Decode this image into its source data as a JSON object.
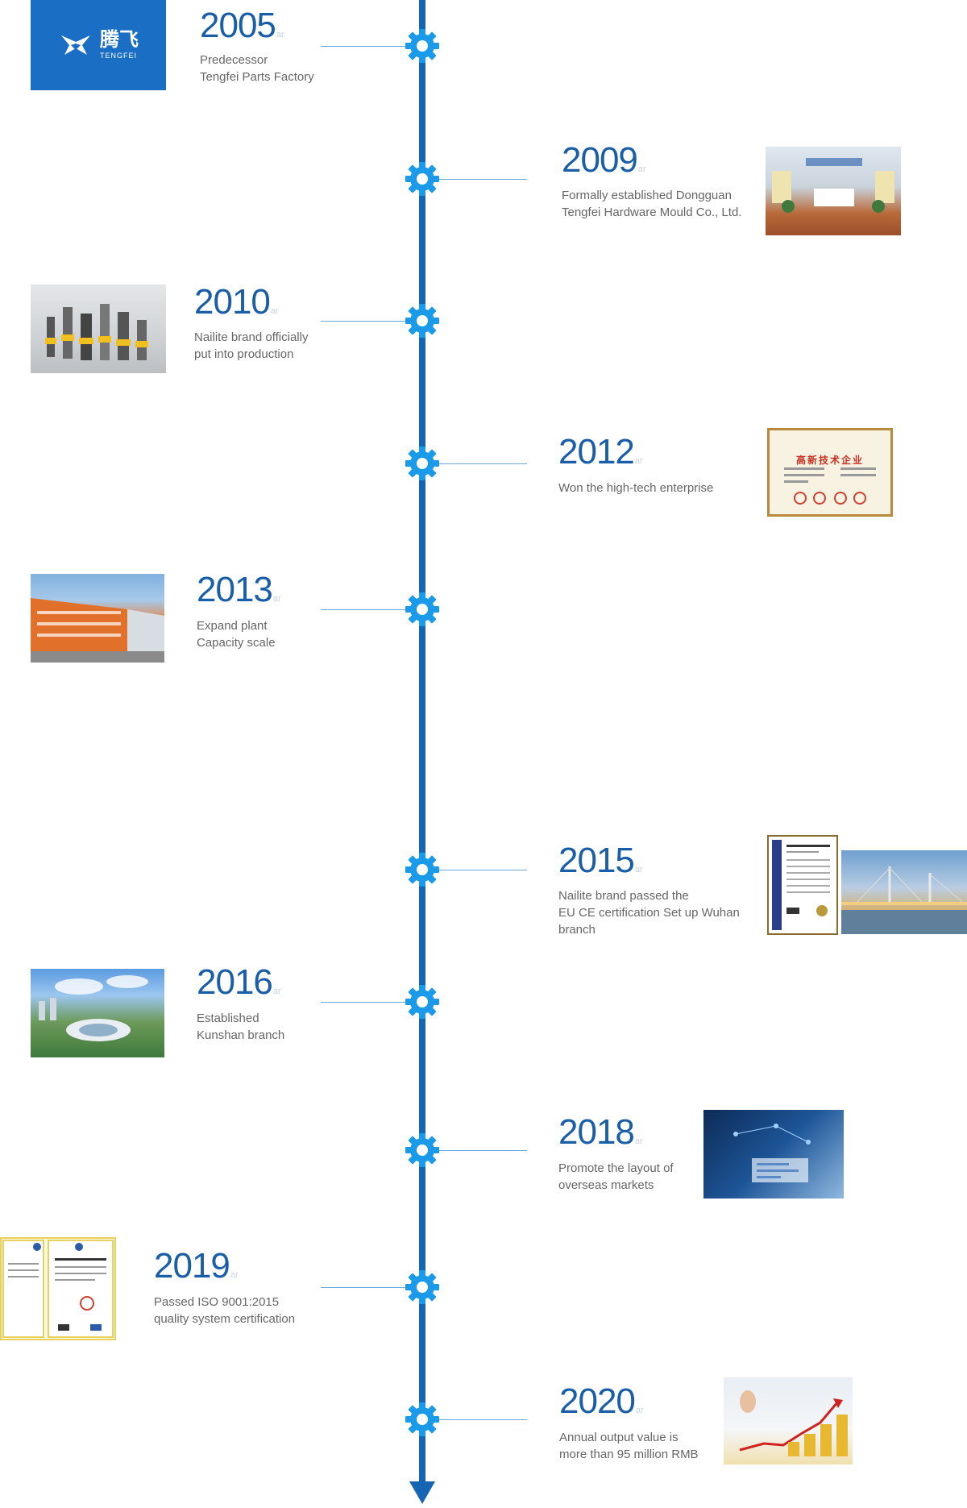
{
  "logo": {
    "cn": "腾飞",
    "en": "TENGFEI"
  },
  "year_suffix": "ar",
  "milestones": [
    {
      "year": "2005",
      "lines": [
        "Predecessor",
        "Tengfei Parts Factory"
      ]
    },
    {
      "year": "2009",
      "lines": [
        "Formally established Dongguan",
        "Tengfei Hardware Mould Co., Ltd."
      ]
    },
    {
      "year": "2010",
      "lines": [
        "Nailite brand officially",
        "put into production"
      ]
    },
    {
      "year": "2012",
      "lines": [
        "Won the high-tech enterprise"
      ]
    },
    {
      "year": "2013",
      "lines": [
        "Expand plant",
        "Capacity scale"
      ]
    },
    {
      "year": "2015",
      "lines": [
        "Nailite brand passed the",
        "EU CE certification Set up Wuhan branch"
      ]
    },
    {
      "year": "2016",
      "lines": [
        "Established",
        "Kunshan branch"
      ]
    },
    {
      "year": "2018",
      "lines": [
        "Promote the layout of",
        "overseas markets"
      ]
    },
    {
      "year": "2019",
      "lines": [
        "Passed ISO 9001:2015",
        "quality system certification"
      ]
    },
    {
      "year": "2020",
      "lines": [
        "Annual output value is",
        "more than 95 million RMB"
      ]
    }
  ],
  "certificate_2012_title": "高新技术企业",
  "colors": {
    "spine": "#1665b4",
    "year": "#1a5ea8",
    "text": "#666666",
    "connector": "#6aa7dc"
  }
}
